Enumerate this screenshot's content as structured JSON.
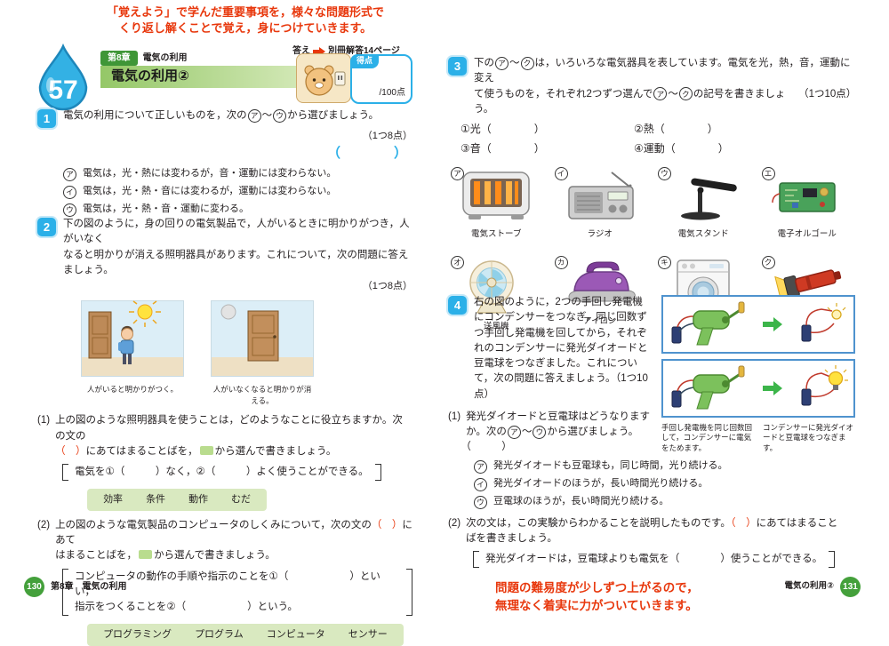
{
  "colors": {
    "red": "#e8380d",
    "blue": "#2bb0e8",
    "header_green": "#94c767",
    "bank_green": "#d9e9c0",
    "panel_blue": "#4f93ce"
  },
  "icons": {
    "answer_arrow": "red-right-arrow",
    "lesson_drop": "water-drop",
    "mascot": "hamster-with-outlet",
    "word_bank_ref": "green-box"
  },
  "sym": {
    "tilde": "〜"
  },
  "top": {
    "tagline1": "「覚えよう」で学んだ重要事項を，様々な問題形式で",
    "tagline2": "くり返し解くことで覚え，身につけていきます。",
    "answer_label": "答え",
    "answer_ref": "別冊解答14ページ"
  },
  "header": {
    "lesson_number": "57",
    "chapter_tag": "第8章",
    "chapter_title": "電気の利用",
    "lesson_title": "電気の利用②",
    "score_label": "得点",
    "score_total": "/100点"
  },
  "q1": {
    "num": "1",
    "prompt_a": "電気の利用について正しいものを，次の",
    "range_from": "ア",
    "range_to": "ウ",
    "prompt_b": "から選びましょう。",
    "points": "（1つ8点）",
    "answer_blank": "（　　　　）",
    "options": [
      {
        "letter": "ア",
        "text": "電気は，光・熱には変わるが，音・運動には変わらない。"
      },
      {
        "letter": "イ",
        "text": "電気は，光・熱・音には変わるが，運動には変わらない。"
      },
      {
        "letter": "ウ",
        "text": "電気は，光・熱・音・運動に変わる。"
      }
    ]
  },
  "q2": {
    "num": "2",
    "prompt1": "下の図のように，身の回りの電気製品で，人がいるときに明かりがつき，人がいなく",
    "prompt2": "なると明かりが消える照明器具があります。これについて，次の問題に答えましょう。",
    "points": "（1つ8点）",
    "caption_left": "人がいると明かりがつく。",
    "caption_right": "人がいなくなると明かりが消える。",
    "sub1": {
      "label": "(1)",
      "line1": "上の図のような照明器具を使うことは，どのようなことに役立ちますか。次の文の",
      "line2_paren": "（　）",
      "line2a": "にあてはまることばを，",
      "line2b": "から選んで書きましょう。",
      "sentence": "電気を①（　　　）なく，②（　　　）よく使うことができる。",
      "bank": [
        "効率",
        "条件",
        "動作",
        "むだ"
      ]
    },
    "sub2": {
      "label": "(2)",
      "line1a": "上の図のような電気製品のコンピュータのしくみについて，次の文の",
      "line1_paren": "（　）",
      "line1b": "にあて",
      "line2a": "はまることばを，",
      "line2b": "から選んで書きましょう。",
      "sentence1": "コンピュータの動作の手順や指示のことを①（　　　　　　）といい，",
      "sentence2": "指示をつくることを②（　　　　　　）という。",
      "bank": [
        "プログラミング",
        "プログラム",
        "コンピュータ",
        "センサー"
      ]
    }
  },
  "q3": {
    "num": "3",
    "p1a": "下の",
    "range_from": "ア",
    "range_to": "ク",
    "p1b": "は，いろいろな電気器具を表しています。電気を光，熱，音，運動に変え",
    "p2a": "て使うものを，それぞれ2つずつ選んで",
    "p2b": "の記号を書きましょう。",
    "points": "（1つ10点）",
    "answers": [
      {
        "label": "①光",
        "blank": "（　　　　）"
      },
      {
        "label": "②熱",
        "blank": "（　　　　）"
      },
      {
        "label": "③音",
        "blank": "（　　　　）"
      },
      {
        "label": "④運動",
        "blank": "（　　　　）"
      }
    ],
    "appliances": [
      {
        "letter": "ア",
        "name": "電気ストーブ"
      },
      {
        "letter": "イ",
        "name": "ラジオ"
      },
      {
        "letter": "ウ",
        "name": "電気スタンド"
      },
      {
        "letter": "エ",
        "name": "電子オルゴール"
      },
      {
        "letter": "オ",
        "name": "送風機"
      },
      {
        "letter": "カ",
        "name": "アイロン"
      },
      {
        "letter": "キ",
        "name": "洗たく機"
      },
      {
        "letter": "ク",
        "name": "かい中電とう"
      }
    ]
  },
  "q4": {
    "num": "4",
    "prompt": "右の図のように，2つの手回し発電機にコンデンサーをつなぎ，同じ回数ずつ手回し発電機を回してから，それぞれのコンデンサーに発光ダイオードと豆電球をつなぎました。これについて，次の問題に答えましょう。",
    "points": "（1つ10点）",
    "caption_left": "手回し発電機を同じ回数回して，コンデンサーに電気をためます。",
    "caption_right": "コンデンサーに発光ダイオードと豆電球をつなぎます。",
    "sub1": {
      "label": "(1)",
      "text_a": "発光ダイオードと豆電球はどうなりますか。次の",
      "range_from": "ア",
      "range_to": "ウ",
      "text_b": "から選びましょう。",
      "answer_blank": "（　　　）",
      "options": [
        {
          "letter": "ア",
          "text": "発光ダイオードも豆電球も，同じ時間，光り続ける。"
        },
        {
          "letter": "イ",
          "text": "発光ダイオードのほうが，長い時間光り続ける。"
        },
        {
          "letter": "ウ",
          "text": "豆電球のほうが，長い時間光り続ける。"
        }
      ]
    },
    "sub2": {
      "label": "(2)",
      "line1a": "次の文は，この実験からわかることを説明したものです。",
      "line1_paren": "（　）",
      "line1b": "にあてはまること",
      "line2": "ばを書きましょう。",
      "sentence": "発光ダイオードは，豆電球よりも電気を（　　　　）使うことができる。"
    }
  },
  "footer": {
    "left_page": "130",
    "left_label": "第8章　電気の利用",
    "note1": "問題の難易度が少しずつ上がるので，",
    "note2": "無理なく着実に力がついていきます。",
    "right_label": "電気の利用②",
    "right_page": "131"
  }
}
